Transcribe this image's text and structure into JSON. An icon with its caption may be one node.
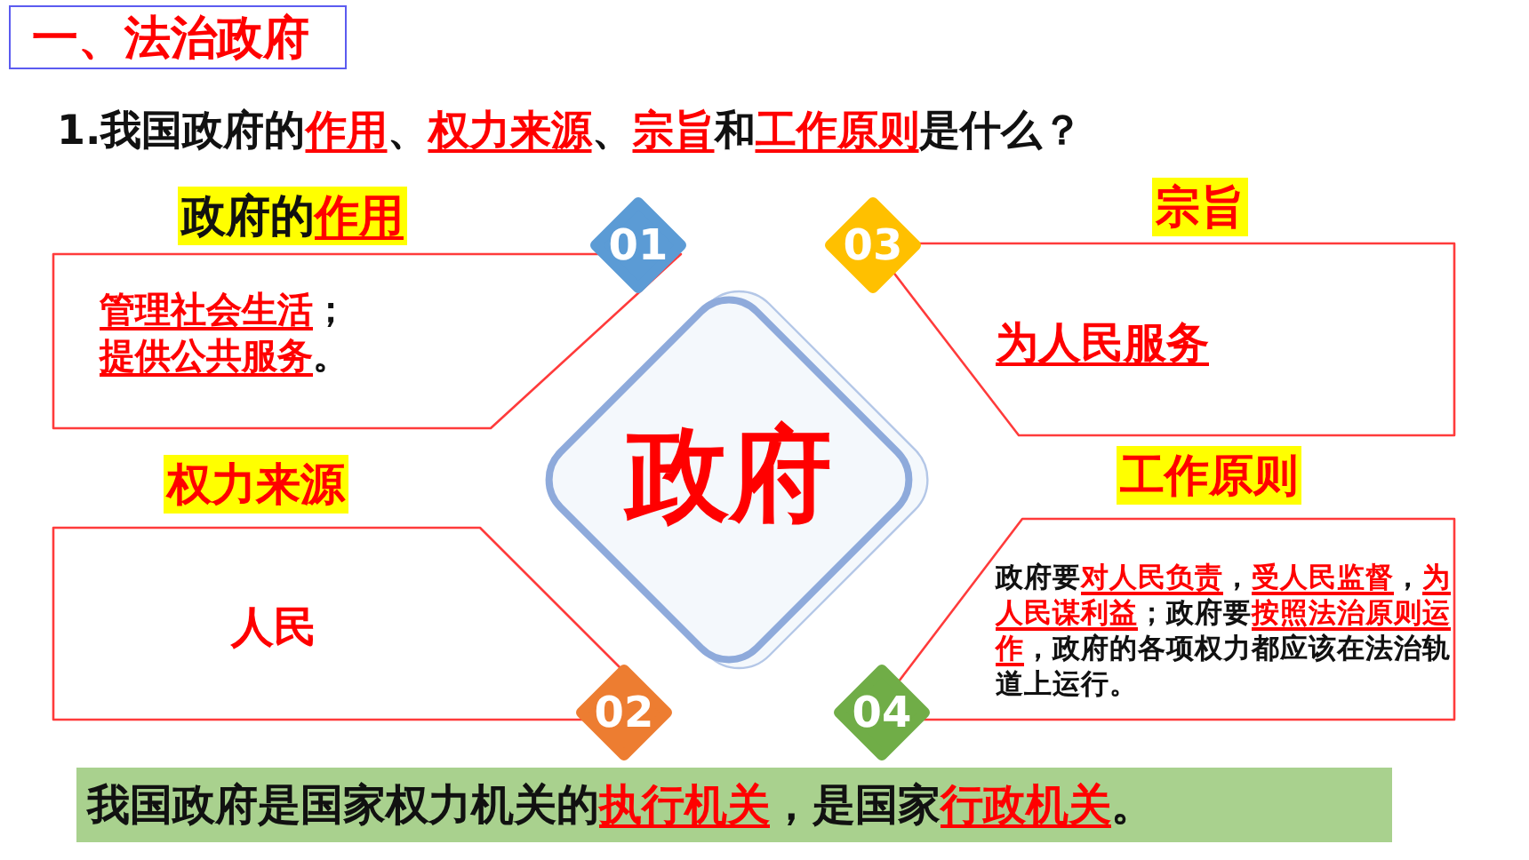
{
  "diagram": {
    "title": "一、法治政府",
    "nodes": [
      {
        "text": [
          "政府的**作用**",
          "**管理社会生活**；**提供公共服务**。"
        ]
      },
      {
        "text": [
          "01"
        ]
      },
      {
        "text": [
          "03"
        ]
      },
      {
        "text": [
          "宗旨",
          "**为人民服务**"
        ]
      },
      {
        "text": [
          "政府"
        ]
      },
      {
        "text": [
          "权力来源",
          "人民"
        ]
      },
      {
        "text": [
          "工作原则",
          "政府要**对人民负责**，**受人民监督**，**为人民谋利益**；政府要**按照法治原则运作**，政府的各项权力都应该在法治轨道上运行。"
        ]
      },
      {
        "text": [
          "02"
        ]
      },
      {
        "text": [
          "04"
        ]
      },
      {
        "text": [
          "我国政府是国家权力机关的**执行机关**，是国家**行政机关**。"
        ]
      }
    ],
    "labels": [
      "1.我国政府的**作用**、**权力来源**、**宗旨**和**工作原则**是什么？"
    ]
  }
}
